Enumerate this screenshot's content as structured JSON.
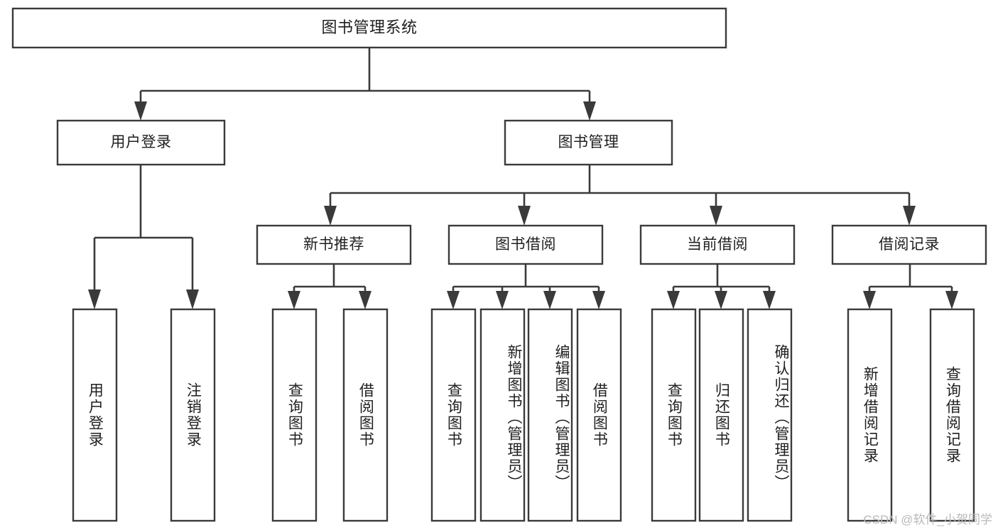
{
  "diagram": {
    "type": "tree-hierarchy",
    "title": "图书管理系统",
    "watermark": "CSDN @软件_小贺同学",
    "colors": {
      "box_stroke": "#3a3a3a",
      "box_fill": "#ffffff",
      "text": "#1f1f1f",
      "background": "#ffffff",
      "watermark": "#b9b9b9"
    },
    "levels": {
      "root": {
        "label": "图书管理系统"
      },
      "level2": [
        {
          "id": "user-login",
          "label": "用户登录"
        },
        {
          "id": "book-management",
          "label": "图书管理"
        }
      ],
      "level3": [
        {
          "id": "new-book-recommend",
          "label": "新书推荐"
        },
        {
          "id": "book-borrow",
          "label": "图书借阅"
        },
        {
          "id": "current-borrow",
          "label": "当前借阅"
        },
        {
          "id": "borrow-record",
          "label": "借阅记录"
        }
      ],
      "leaves": {
        "user_login": [
          {
            "id": "leaf-user-login",
            "label": "用户登录"
          },
          {
            "id": "leaf-logout-login",
            "label": "注销登录"
          }
        ],
        "new_book_recommend": [
          {
            "id": "leaf-query-book-1",
            "label": "查询图书"
          },
          {
            "id": "leaf-borrow-book-1",
            "label": "借阅图书"
          }
        ],
        "book_borrow": [
          {
            "id": "leaf-query-book-2",
            "label": "查询图书"
          },
          {
            "id": "leaf-add-book",
            "label": "新增图书（管理员）"
          },
          {
            "id": "leaf-edit-book",
            "label": "编辑图书（管理员）"
          },
          {
            "id": "leaf-borrow-book-2",
            "label": "借阅图书"
          }
        ],
        "current_borrow": [
          {
            "id": "leaf-query-book-3",
            "label": "查询图书"
          },
          {
            "id": "leaf-return-book",
            "label": "归还图书"
          },
          {
            "id": "leaf-confirm-return",
            "label": "确认归还（管理员）"
          }
        ],
        "borrow_record": [
          {
            "id": "leaf-add-record",
            "label": "新增借阅记录"
          },
          {
            "id": "leaf-query-record",
            "label": "查询借阅记录"
          }
        ]
      }
    }
  }
}
